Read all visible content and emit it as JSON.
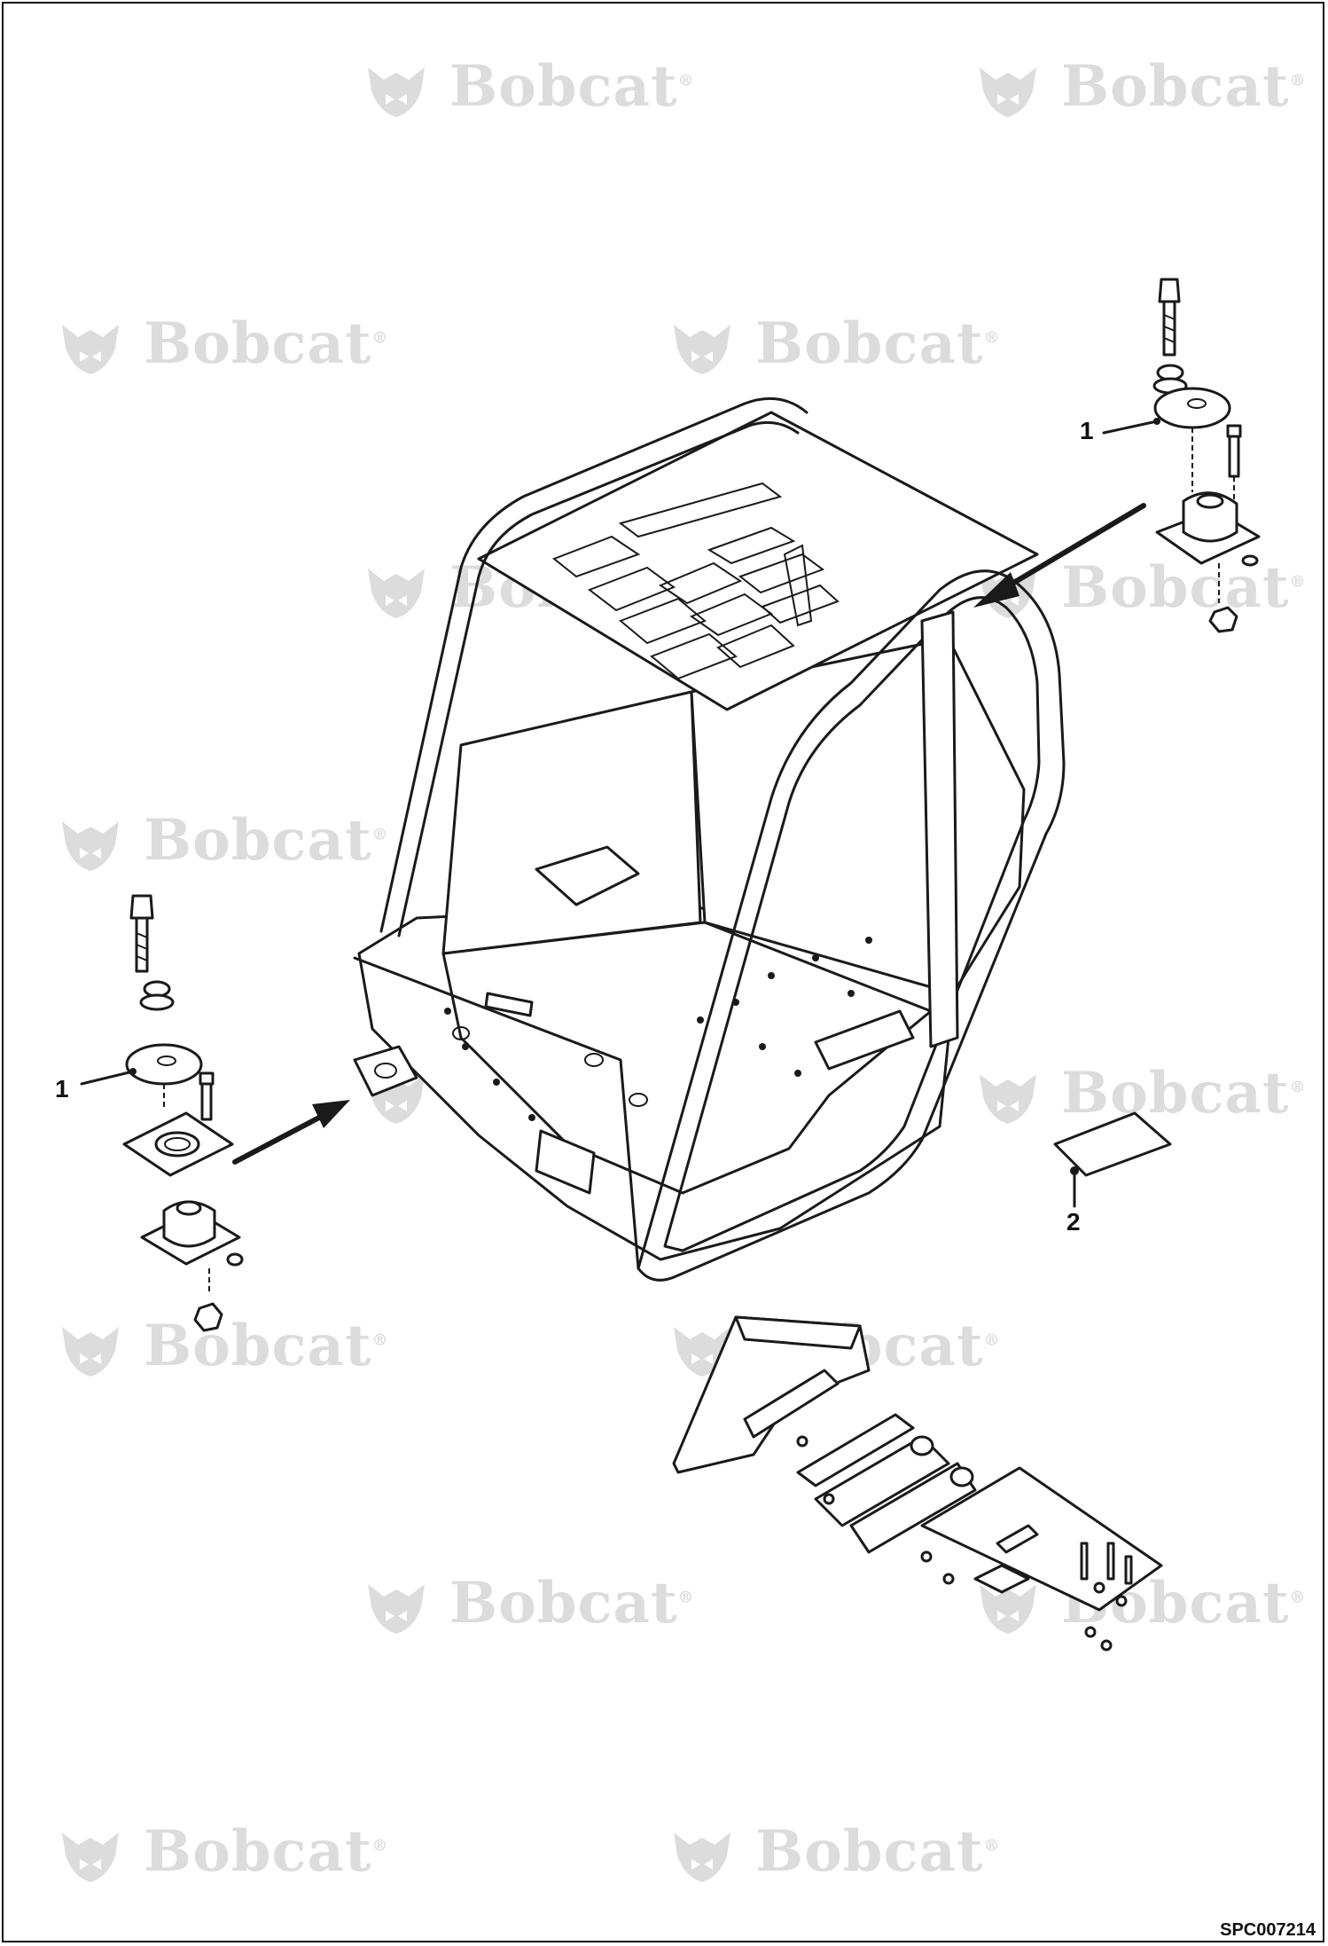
{
  "watermark": {
    "brand": "Bobcat",
    "mark": "®"
  },
  "callouts": {
    "right_mount": "1",
    "left_mount": "1",
    "decal": "2"
  },
  "drawing_code": "SPC007214"
}
